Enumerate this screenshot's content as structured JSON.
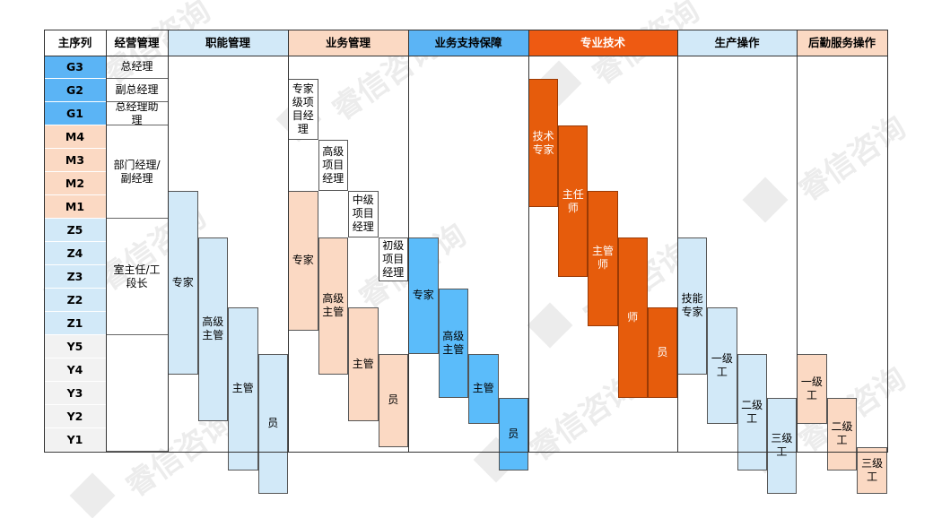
{
  "colors": {
    "levelG": "#5bb4f5",
    "levelM": "#fbd9c3",
    "levelZ": "#d2e9f8",
    "levelY": "#f2f2f2",
    "headerLight": "#d2e9f8",
    "headerPeach": "#fbd9c3",
    "headerBlue": "#5bb4f5",
    "headerOrange": "#ee5a12",
    "fillLightBlue": "#d2e9f8",
    "fillPeach": "#fbd9c3",
    "fillBlue": "#5bbcfa",
    "fillOrange": "#e65c0c",
    "fillWhite": "#ffffff"
  },
  "header": {
    "level_col": "主序列",
    "mgmt_col": "经营管理",
    "columns": [
      "职能管理",
      "业务管理",
      "业务支持保障",
      "专业技术",
      "生产操作",
      "后勤服务操作"
    ]
  },
  "levels": [
    "G3",
    "G2",
    "G1",
    "M4",
    "M3",
    "M2",
    "M1",
    "Z5",
    "Z4",
    "Z3",
    "Z2",
    "Z1",
    "Y5",
    "Y4",
    "Y3",
    "Y2",
    "Y1"
  ],
  "mgmt_blocks": [
    {
      "label": "总经理",
      "span": [
        "G3",
        "G3"
      ]
    },
    {
      "label": "副总经理",
      "span": [
        "G2",
        "G2"
      ]
    },
    {
      "label": "总经理助理",
      "span": [
        "G1",
        "G1"
      ]
    },
    {
      "label": "部门经理/副经理",
      "span": [
        "M4",
        "M1"
      ]
    },
    {
      "label": "室主任/工段长",
      "span": [
        "Z5",
        "Z1"
      ]
    },
    {
      "label": "",
      "span": [
        "Y5",
        "Y1"
      ]
    }
  ],
  "career_blocks": [
    {
      "label": "专家",
      "col": 0,
      "sub": 0,
      "subs": 4,
      "top": 5.8,
      "bottom": 13.7,
      "fill": "fillLightBlue"
    },
    {
      "label": "高级主管",
      "col": 0,
      "sub": 1,
      "subs": 4,
      "top": 7.8,
      "bottom": 15.7,
      "fill": "fillLightBlue"
    },
    {
      "label": "主管",
      "col": 0,
      "sub": 2,
      "subs": 4,
      "top": 10.8,
      "bottom": 17.8,
      "fill": "fillLightBlue"
    },
    {
      "label": "员",
      "col": 0,
      "sub": 3,
      "subs": 4,
      "top": 12.8,
      "bottom": 18.8,
      "fill": "fillLightBlue"
    },
    {
      "label": "专家级项目经理",
      "col": 1,
      "sub": 0,
      "subs": 4,
      "top": 1.0,
      "bottom": 3.6,
      "fill": "fillWhite"
    },
    {
      "label": "高级项目经理",
      "col": 1,
      "sub": 1,
      "subs": 4,
      "top": 3.6,
      "bottom": 5.8,
      "fill": "fillWhite"
    },
    {
      "label": "中级项目经理",
      "col": 1,
      "sub": 2,
      "subs": 4,
      "top": 5.8,
      "bottom": 7.8,
      "fill": "fillWhite"
    },
    {
      "label": "初级项目经理",
      "col": 1,
      "sub": 3,
      "subs": 4,
      "top": 7.8,
      "bottom": 9.7,
      "fill": "fillWhite"
    },
    {
      "label": "专家",
      "col": 1,
      "sub": 0,
      "subs": 4,
      "top": 5.8,
      "bottom": 11.8,
      "fill": "fillPeach"
    },
    {
      "label": "高级主管",
      "col": 1,
      "sub": 1,
      "subs": 4,
      "top": 7.8,
      "bottom": 13.7,
      "fill": "fillPeach"
    },
    {
      "label": "主管",
      "col": 1,
      "sub": 2,
      "subs": 4,
      "top": 10.8,
      "bottom": 15.7,
      "fill": "fillPeach"
    },
    {
      "label": "员",
      "col": 1,
      "sub": 3,
      "subs": 4,
      "top": 12.8,
      "bottom": 16.8,
      "fill": "fillPeach"
    },
    {
      "label": "专家",
      "col": 2,
      "sub": 0,
      "subs": 4,
      "top": 7.8,
      "bottom": 12.8,
      "fill": "fillBlue"
    },
    {
      "label": "高级主管",
      "col": 2,
      "sub": 1,
      "subs": 4,
      "top": 10.0,
      "bottom": 14.7,
      "fill": "fillBlue"
    },
    {
      "label": "主管",
      "col": 2,
      "sub": 2,
      "subs": 4,
      "top": 12.8,
      "bottom": 15.8,
      "fill": "fillBlue"
    },
    {
      "label": "员",
      "col": 2,
      "sub": 3,
      "subs": 4,
      "top": 14.7,
      "bottom": 17.8,
      "fill": "fillBlue"
    },
    {
      "label": "技术专家",
      "col": 3,
      "sub": 0,
      "subs": 5,
      "top": 1.0,
      "bottom": 6.5,
      "fill": "fillOrange"
    },
    {
      "label": "主任师",
      "col": 3,
      "sub": 1,
      "subs": 5,
      "top": 3.0,
      "bottom": 9.5,
      "fill": "fillOrange"
    },
    {
      "label": "主管师",
      "col": 3,
      "sub": 2,
      "subs": 5,
      "top": 5.8,
      "bottom": 11.6,
      "fill": "fillOrange"
    },
    {
      "label": "师",
      "col": 3,
      "sub": 3,
      "subs": 5,
      "top": 7.8,
      "bottom": 14.7,
      "fill": "fillOrange"
    },
    {
      "label": "员",
      "col": 3,
      "sub": 4,
      "subs": 5,
      "top": 10.8,
      "bottom": 14.7,
      "fill": "fillOrange"
    },
    {
      "label": "技能专家",
      "col": 4,
      "sub": 0,
      "subs": 4,
      "top": 7.8,
      "bottom": 13.7,
      "fill": "fillLightBlue"
    },
    {
      "label": "一级工",
      "col": 4,
      "sub": 1,
      "subs": 4,
      "top": 10.8,
      "bottom": 15.8,
      "fill": "fillLightBlue"
    },
    {
      "label": "二级工",
      "col": 4,
      "sub": 2,
      "subs": 4,
      "top": 12.8,
      "bottom": 17.8,
      "fill": "fillLightBlue"
    },
    {
      "label": "三级工",
      "col": 4,
      "sub": 3,
      "subs": 4,
      "top": 14.7,
      "bottom": 18.8,
      "fill": "fillLightBlue"
    },
    {
      "label": "一级工",
      "col": 5,
      "sub": 0,
      "subs": 3,
      "top": 12.8,
      "bottom": 15.8,
      "fill": "fillPeach"
    },
    {
      "label": "二级工",
      "col": 5,
      "sub": 1,
      "subs": 3,
      "top": 14.7,
      "bottom": 17.8,
      "fill": "fillPeach"
    },
    {
      "label": "三级工",
      "col": 5,
      "sub": 2,
      "subs": 3,
      "top": 16.8,
      "bottom": 18.8,
      "fill": "fillPeach"
    }
  ],
  "watermark": "睿信咨询"
}
